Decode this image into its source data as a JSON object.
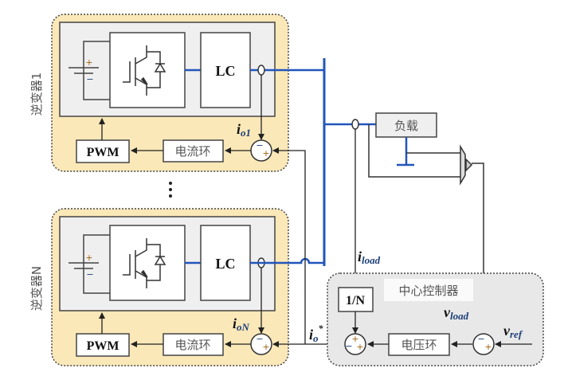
{
  "diagram": {
    "inverters": [
      {
        "label": "逆变器1",
        "filter_label": "LC",
        "pwm_label": "PWM",
        "current_loop_label": "电流环",
        "current_var": "i",
        "current_sub": "o1"
      },
      {
        "label": "逆变器N",
        "filter_label": "LC",
        "pwm_label": "PWM",
        "current_loop_label": "电流环",
        "current_var": "i",
        "current_sub": "oN"
      }
    ],
    "ellipsis": "⋮",
    "load_label": "负载",
    "controller": {
      "title": "中心控制器",
      "divider_label": "1/N",
      "voltage_loop_label": "电压环"
    },
    "signals": {
      "i_load": {
        "var": "i",
        "sub": "load"
      },
      "v_load": {
        "var": "v",
        "sub": "load"
      },
      "v_ref": {
        "var": "v",
        "sub": "ref"
      },
      "i_o_star": {
        "var": "i",
        "sub": "o",
        "sup": "*"
      }
    },
    "signs": {
      "plus": "+",
      "minus": "−"
    },
    "colors": {
      "inverter_fill": "#fbe8b8",
      "inner_fill": "#efefef",
      "controller_fill": "#e8e8e8",
      "bus": "#2255bb",
      "line": "#222222"
    }
  }
}
